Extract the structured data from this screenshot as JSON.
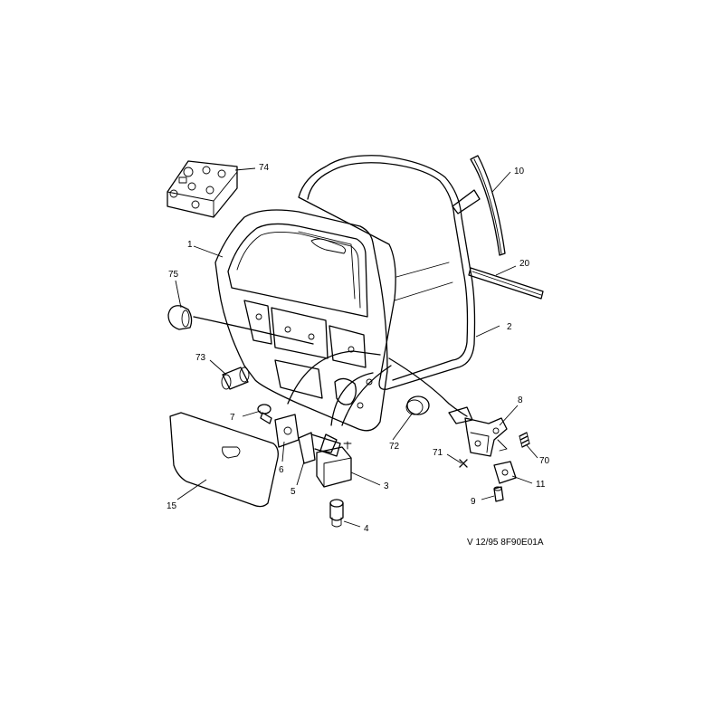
{
  "diagram": {
    "highlight_color": "#FFFF1E",
    "callouts": {
      "c1": "1",
      "c2": "2",
      "c3": "3",
      "c4": "4",
      "c5": "5",
      "c6": "6",
      "c7": "7",
      "c8": "8",
      "c9": "9",
      "c10": "10",
      "c11": "11",
      "c15": "15",
      "c20": "20",
      "c70": "70",
      "c71": "71",
      "c72": "72",
      "c73": "73",
      "c74": "74",
      "c75": "75"
    },
    "reference": "V 12/95 8F90E01A"
  }
}
